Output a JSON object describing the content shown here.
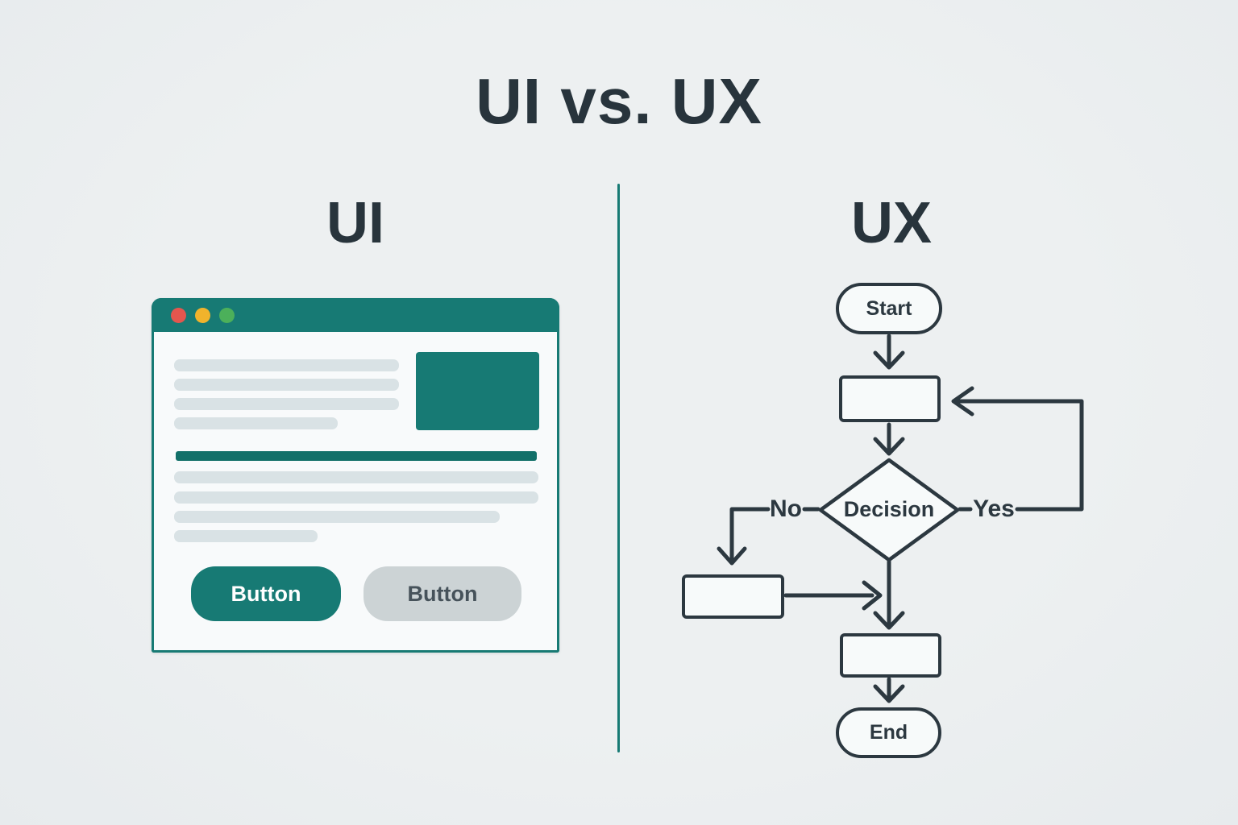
{
  "title": "UI vs. UX",
  "colors": {
    "accent_teal": "#177a74",
    "ink": "#2c3840",
    "background": "#eceff0",
    "placeholder_gray": "#d9e2e5",
    "secondary_button_bg": "#ccd3d5",
    "traffic_red": "#e4564e",
    "traffic_yellow": "#f0b32c",
    "traffic_green": "#4cb05a"
  },
  "left": {
    "heading": "UI",
    "window": {
      "traffic_lights": [
        "close",
        "minimize",
        "maximize"
      ],
      "primary_button_label": "Button",
      "secondary_button_label": "Button"
    }
  },
  "right": {
    "heading": "UX",
    "flowchart": {
      "nodes": [
        {
          "id": "start",
          "type": "terminator",
          "label": "Start"
        },
        {
          "id": "process-1",
          "type": "process",
          "label": ""
        },
        {
          "id": "decision",
          "type": "decision",
          "label": "Decision"
        },
        {
          "id": "no-process",
          "type": "process",
          "label": ""
        },
        {
          "id": "merge-process",
          "type": "process",
          "label": ""
        },
        {
          "id": "end",
          "type": "terminator",
          "label": "End"
        }
      ],
      "edges": {
        "no_label": "No",
        "yes_label": "Yes"
      }
    }
  }
}
